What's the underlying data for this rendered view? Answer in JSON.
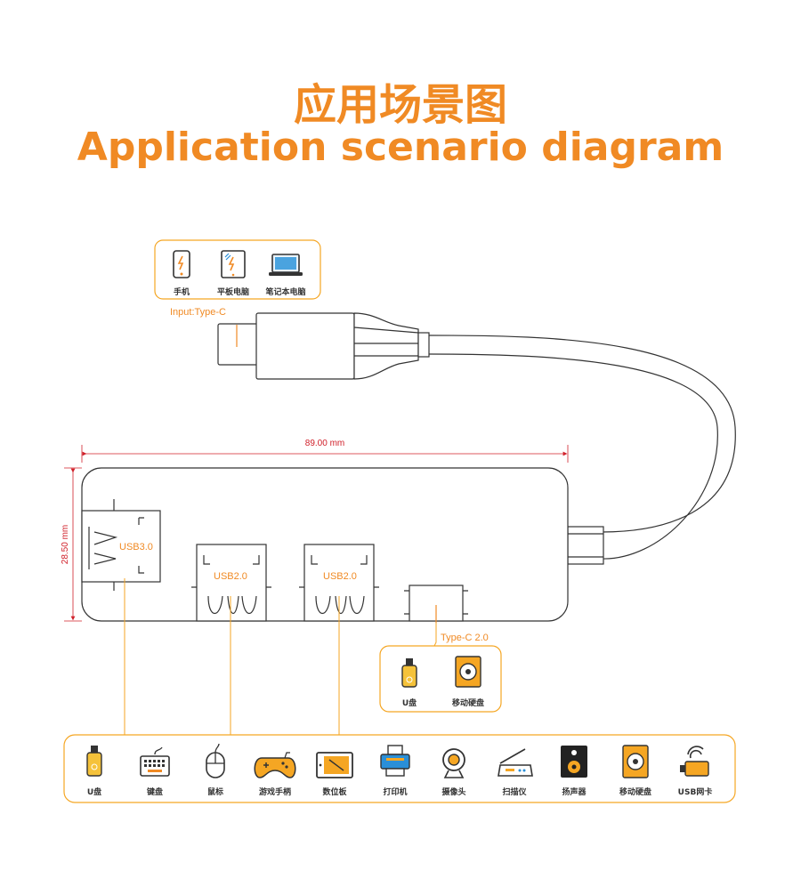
{
  "title": {
    "cn": "应用场景图",
    "en": "Application scenario diagram"
  },
  "input": {
    "devices": [
      {
        "label": "手机",
        "icon": "phone-icon"
      },
      {
        "label": "平板电脑",
        "icon": "tablet-icon"
      },
      {
        "label": "笔记本电脑",
        "icon": "laptop-icon"
      }
    ],
    "port_label": "Input:Type-C"
  },
  "dimensions": {
    "width_label": "89.00 mm",
    "height_label": "28.50 mm"
  },
  "ports": {
    "usb3": "USB3.0",
    "usb2a": "USB2.0",
    "usb2b": "USB2.0",
    "typec": "Type-C 2.0"
  },
  "typec_devices": [
    {
      "label": "U盘",
      "icon": "usb-drive-icon"
    },
    {
      "label": "移动硬盘",
      "icon": "hard-drive-icon"
    }
  ],
  "bottom_devices": [
    {
      "label": "U盘",
      "icon": "usb-drive-icon"
    },
    {
      "label": "键盘",
      "icon": "keyboard-icon"
    },
    {
      "label": "鼠标",
      "icon": "mouse-icon"
    },
    {
      "label": "游戏手柄",
      "icon": "gamepad-icon"
    },
    {
      "label": "数位板",
      "icon": "drawing-tablet-icon"
    },
    {
      "label": "打印机",
      "icon": "printer-icon"
    },
    {
      "label": "摄像头",
      "icon": "webcam-icon"
    },
    {
      "label": "扫描仪",
      "icon": "scanner-icon"
    },
    {
      "label": "扬声器",
      "icon": "speaker-icon"
    },
    {
      "label": "移动硬盘",
      "icon": "hard-drive-icon"
    },
    {
      "label": "USB网卡",
      "icon": "wifi-adapter-icon"
    }
  ],
  "colors": {
    "accent": "#f08a24",
    "dimension": "#d0202a",
    "outline": "#333333"
  }
}
